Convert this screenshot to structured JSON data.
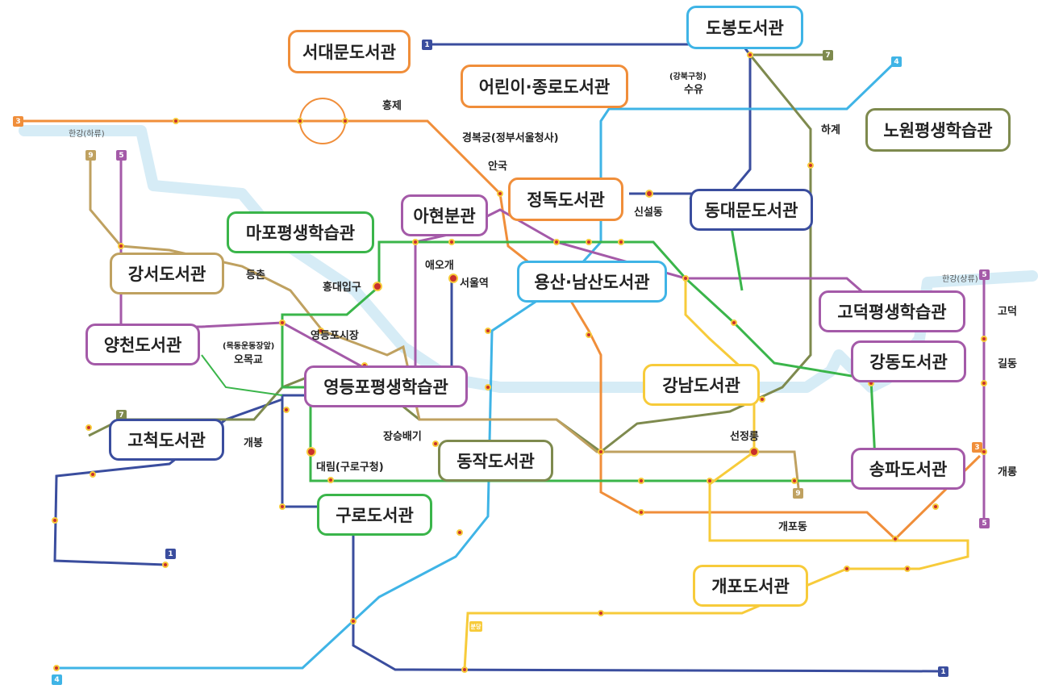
{
  "colors": {
    "line1": "#3a4d9e",
    "line3": "#f08e3a",
    "line4": "#3fb4e6",
    "line5": "#a45aa8",
    "line7": "#7e8a4e",
    "line9": "#bfa160",
    "line2": "#3ab54a",
    "yellow": "#f7cb3a",
    "river": "#d6ecf6"
  },
  "libraries": [
    {
      "id": "seodaemun",
      "label": "서대문도서관",
      "color": "#f08e3a"
    },
    {
      "id": "dobong",
      "label": "도봉도서관",
      "color": "#3fb4e6"
    },
    {
      "id": "jongno",
      "label": "어린이·종로도서관",
      "color": "#f08e3a"
    },
    {
      "id": "nowon",
      "label": "노원평생학습관",
      "color": "#7e8a4e"
    },
    {
      "id": "jeongdok",
      "label": "정독도서관",
      "color": "#f08e3a"
    },
    {
      "id": "dongdaemun",
      "label": "동대문도서관",
      "color": "#3a4d9e"
    },
    {
      "id": "ahyeon",
      "label": "아현분관",
      "color": "#a45aa8"
    },
    {
      "id": "mapo",
      "label": "마포평생학습관",
      "color": "#3ab54a"
    },
    {
      "id": "gangseo",
      "label": "강서도서관",
      "color": "#bfa160"
    },
    {
      "id": "yongsan",
      "label": "용산·남산도서관",
      "color": "#3fb4e6"
    },
    {
      "id": "godeok",
      "label": "고덕평생학습관",
      "color": "#a45aa8"
    },
    {
      "id": "yangcheon",
      "label": "양천도서관",
      "color": "#a45aa8"
    },
    {
      "id": "gangdong",
      "label": "강동도서관",
      "color": "#a45aa8"
    },
    {
      "id": "yeongdeungpo",
      "label": "영등포평생학습관",
      "color": "#a45aa8"
    },
    {
      "id": "gangnam",
      "label": "강남도서관",
      "color": "#f7cb3a"
    },
    {
      "id": "gocheok",
      "label": "고척도서관",
      "color": "#3a4d9e"
    },
    {
      "id": "dongjak",
      "label": "동작도서관",
      "color": "#7e8a4e"
    },
    {
      "id": "songpa",
      "label": "송파도서관",
      "color": "#a45aa8"
    },
    {
      "id": "guro",
      "label": "구로도서관",
      "color": "#3ab54a"
    },
    {
      "id": "gaepo",
      "label": "개포도서관",
      "color": "#f7cb3a"
    }
  ],
  "stations": {
    "hongje": "홍제",
    "gangbuk": "(강북구청)",
    "suyu": "수유",
    "gyeongbok": "경복궁(정부서울청사)",
    "hagye": "하계",
    "anguk": "안국",
    "sinseol": "신설동",
    "aeogae": "애오개",
    "seoul": "서울역",
    "hongdae": "홍대입구",
    "deungchon": "등촌",
    "godeok": "고덕",
    "mokdong": "(목동운동장앞)",
    "omokgyo": "오목교",
    "yeongdeungpo_market": "영등포시장",
    "gildong": "길동",
    "jangseungbaegi": "장승배기",
    "seonjeongneung": "선정릉",
    "gaebong": "개봉",
    "daerim": "대림(구로구청)",
    "garak": "개롱",
    "gaepodong": "개포동"
  },
  "rivers": {
    "downstream": "한강(하류)",
    "upstream": "한강(상류)"
  },
  "line_badges": {
    "b1_top": "1",
    "b3": "3",
    "b4_top": "4",
    "b7": "7",
    "b9": "9",
    "b5": "5",
    "b5_right": "5",
    "b3_right": "3",
    "b9_bottom": "9",
    "b1_left": "1",
    "b1_bottom": "1",
    "b4_bottom": "4",
    "b5_bottom": "5",
    "b7_left": "7",
    "bundang": "분당"
  }
}
